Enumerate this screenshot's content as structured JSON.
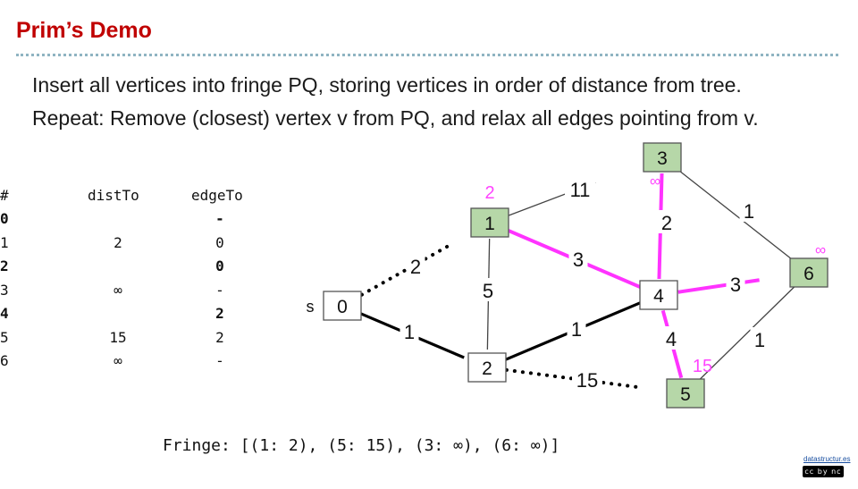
{
  "title": "Prim’s Demo",
  "lines": [
    "Insert all vertices into fringe PQ, storing vertices in order of distance from tree.",
    "Repeat: Remove (closest) vertex v from PQ, and relax all edges pointing from v."
  ],
  "table": {
    "headers": [
      "#",
      "distTo",
      "edgeTo"
    ],
    "rows": [
      {
        "v": "0",
        "dist": "",
        "edge": "-",
        "bold": true
      },
      {
        "v": "1",
        "dist": "2",
        "edge": "0",
        "bold": false
      },
      {
        "v": "2",
        "dist": "",
        "edge": "0",
        "bold": true
      },
      {
        "v": "3",
        "dist": "∞",
        "edge": "-",
        "bold": false
      },
      {
        "v": "4",
        "dist": "",
        "edge": "2",
        "bold": true
      },
      {
        "v": "5",
        "dist": "15",
        "edge": "2",
        "bold": false
      },
      {
        "v": "6",
        "dist": "∞",
        "edge": "-",
        "bold": false
      }
    ]
  },
  "graph": {
    "source_label": "s",
    "nodes": [
      {
        "id": "0",
        "fill": "#ffffff",
        "dist_label": ""
      },
      {
        "id": "1",
        "fill": "#b6d7a8",
        "dist_label": "2"
      },
      {
        "id": "2",
        "fill": "#ffffff",
        "dist_label": ""
      },
      {
        "id": "3",
        "fill": "#b6d7a8",
        "dist_label": "∞"
      },
      {
        "id": "4",
        "fill": "#ffffff",
        "dist_label": ""
      },
      {
        "id": "5",
        "fill": "#b6d7a8",
        "dist_label": "15"
      },
      {
        "id": "6",
        "fill": "#b6d7a8",
        "dist_label": "∞"
      }
    ],
    "edges": [
      {
        "from": "0",
        "to": "1",
        "weight": "2",
        "style": "dotted"
      },
      {
        "from": "0",
        "to": "2",
        "weight": "1",
        "style": "tree"
      },
      {
        "from": "1",
        "to": "2",
        "weight": "5",
        "style": "normal"
      },
      {
        "from": "1",
        "to": "3",
        "weight": "11",
        "style": "normal"
      },
      {
        "from": "1",
        "to": "4",
        "weight": "3",
        "style": "relaxed"
      },
      {
        "from": "2",
        "to": "4",
        "weight": "1",
        "style": "tree"
      },
      {
        "from": "2",
        "to": "5",
        "weight": "15",
        "style": "dotted"
      },
      {
        "from": "3",
        "to": "4",
        "weight": "2",
        "style": "relaxed"
      },
      {
        "from": "3",
        "to": "6",
        "weight": "1",
        "style": "normal"
      },
      {
        "from": "4",
        "to": "6",
        "weight": "3",
        "style": "relaxed"
      },
      {
        "from": "4",
        "to": "5",
        "weight": "4",
        "style": "relaxed"
      },
      {
        "from": "5",
        "to": "6",
        "weight": "1",
        "style": "normal"
      }
    ],
    "colors": {
      "relaxed": "#ff33ff",
      "tree": "#000000",
      "normal": "#444444",
      "dist_label": "#ff44ff",
      "node_border": "#555555"
    }
  },
  "fringe": "Fringe: [(1: 2), (5: 15), (3: ∞), (6: ∞)]",
  "footer": {
    "link": "datastructur.es",
    "license_badge": "cc by nc sa"
  }
}
